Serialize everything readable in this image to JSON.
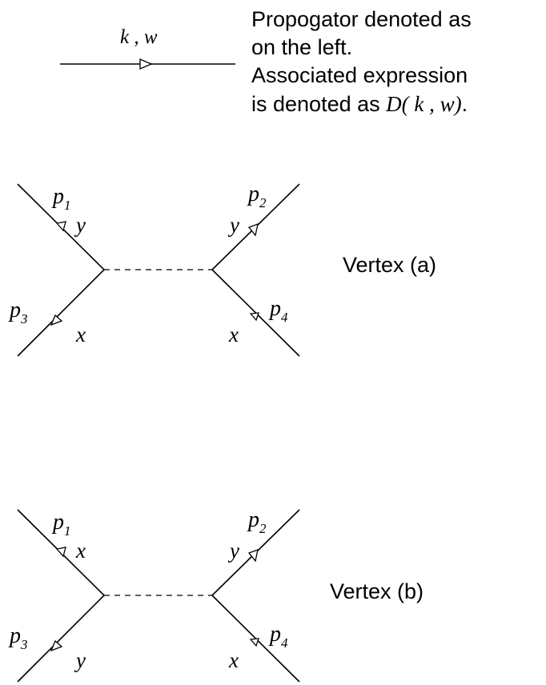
{
  "propagator": {
    "label": "k , w",
    "description_lines": [
      "Propogator denoted as",
      "on the left.",
      "Associated expression"
    ],
    "expr_prefix": "is denoted as ",
    "expr_italic": "D( k , w)",
    "expr_suffix": "."
  },
  "vertex_a": {
    "title": "Vertex (a)",
    "p1": "p",
    "p1_sub": "1",
    "p2": "p",
    "p2_sub": "2",
    "p3": "p",
    "p3_sub": "3",
    "p4": "p",
    "p4_sub": "4",
    "upper_left": "y",
    "upper_right": "y",
    "lower_left": "x",
    "lower_right": "x"
  },
  "vertex_b": {
    "title": "Vertex (b)",
    "p1": "p",
    "p1_sub": "1",
    "p2": "p",
    "p2_sub": "2",
    "p3": "p",
    "p3_sub": "3",
    "p4": "p",
    "p4_sub": "4",
    "upper_left": "x",
    "upper_right": "y",
    "lower_left": "y",
    "lower_right": "x"
  }
}
